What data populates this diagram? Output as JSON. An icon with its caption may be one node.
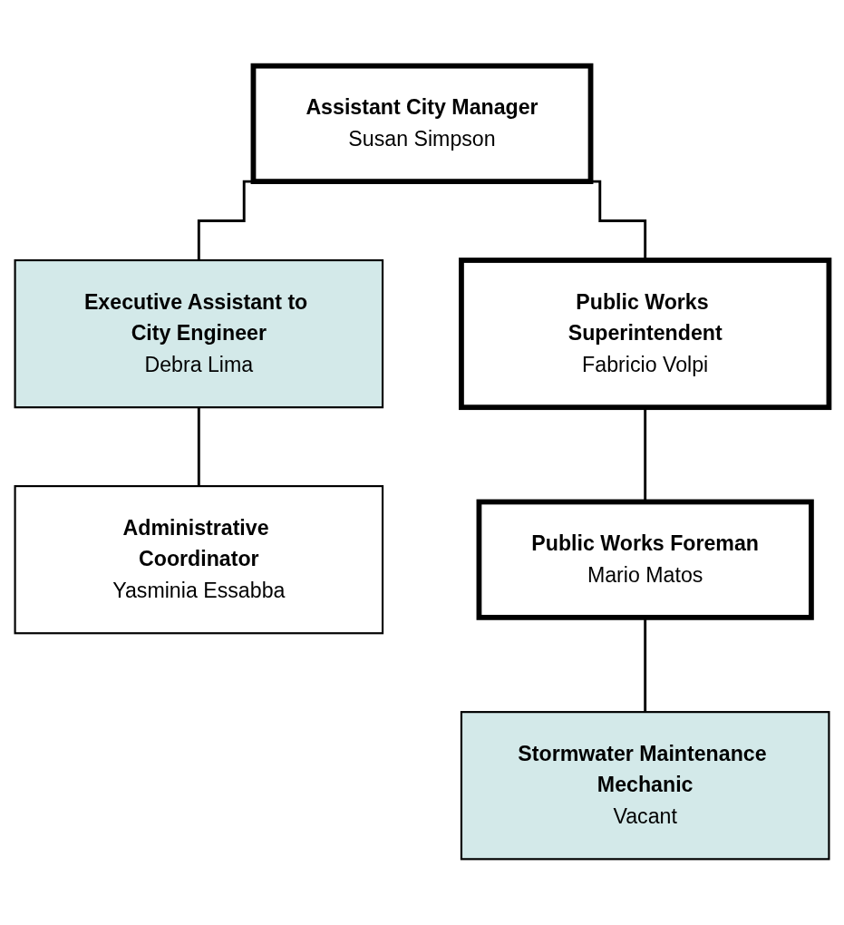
{
  "diagram": {
    "nodes": [
      {
        "text": [
          "Assistant City Manager",
          "Susan Simpson"
        ]
      },
      {
        "text": [
          "Executive Assistant to City Engineer",
          "Debra Lima"
        ]
      },
      {
        "text": [
          "Administrative Coordinator",
          "Yasminia Essabba"
        ]
      },
      {
        "text": [
          "Public Works Superintendent",
          "Fabricio Volpi"
        ]
      },
      {
        "text": [
          "Public Works Foreman",
          "Mario Matos"
        ]
      },
      {
        "text": [
          "Stormwater Maintenance Mechanic",
          "Vacant"
        ]
      }
    ],
    "edges": [
      {
        "from": 0,
        "to": 1,
        "arrow": "none"
      },
      {
        "from": 1,
        "to": 2,
        "arrow": "none"
      },
      {
        "from": 0,
        "to": 3,
        "arrow": "none"
      },
      {
        "from": 3,
        "to": 4,
        "arrow": "none"
      },
      {
        "from": 4,
        "to": 5,
        "arrow": "none"
      }
    ]
  }
}
